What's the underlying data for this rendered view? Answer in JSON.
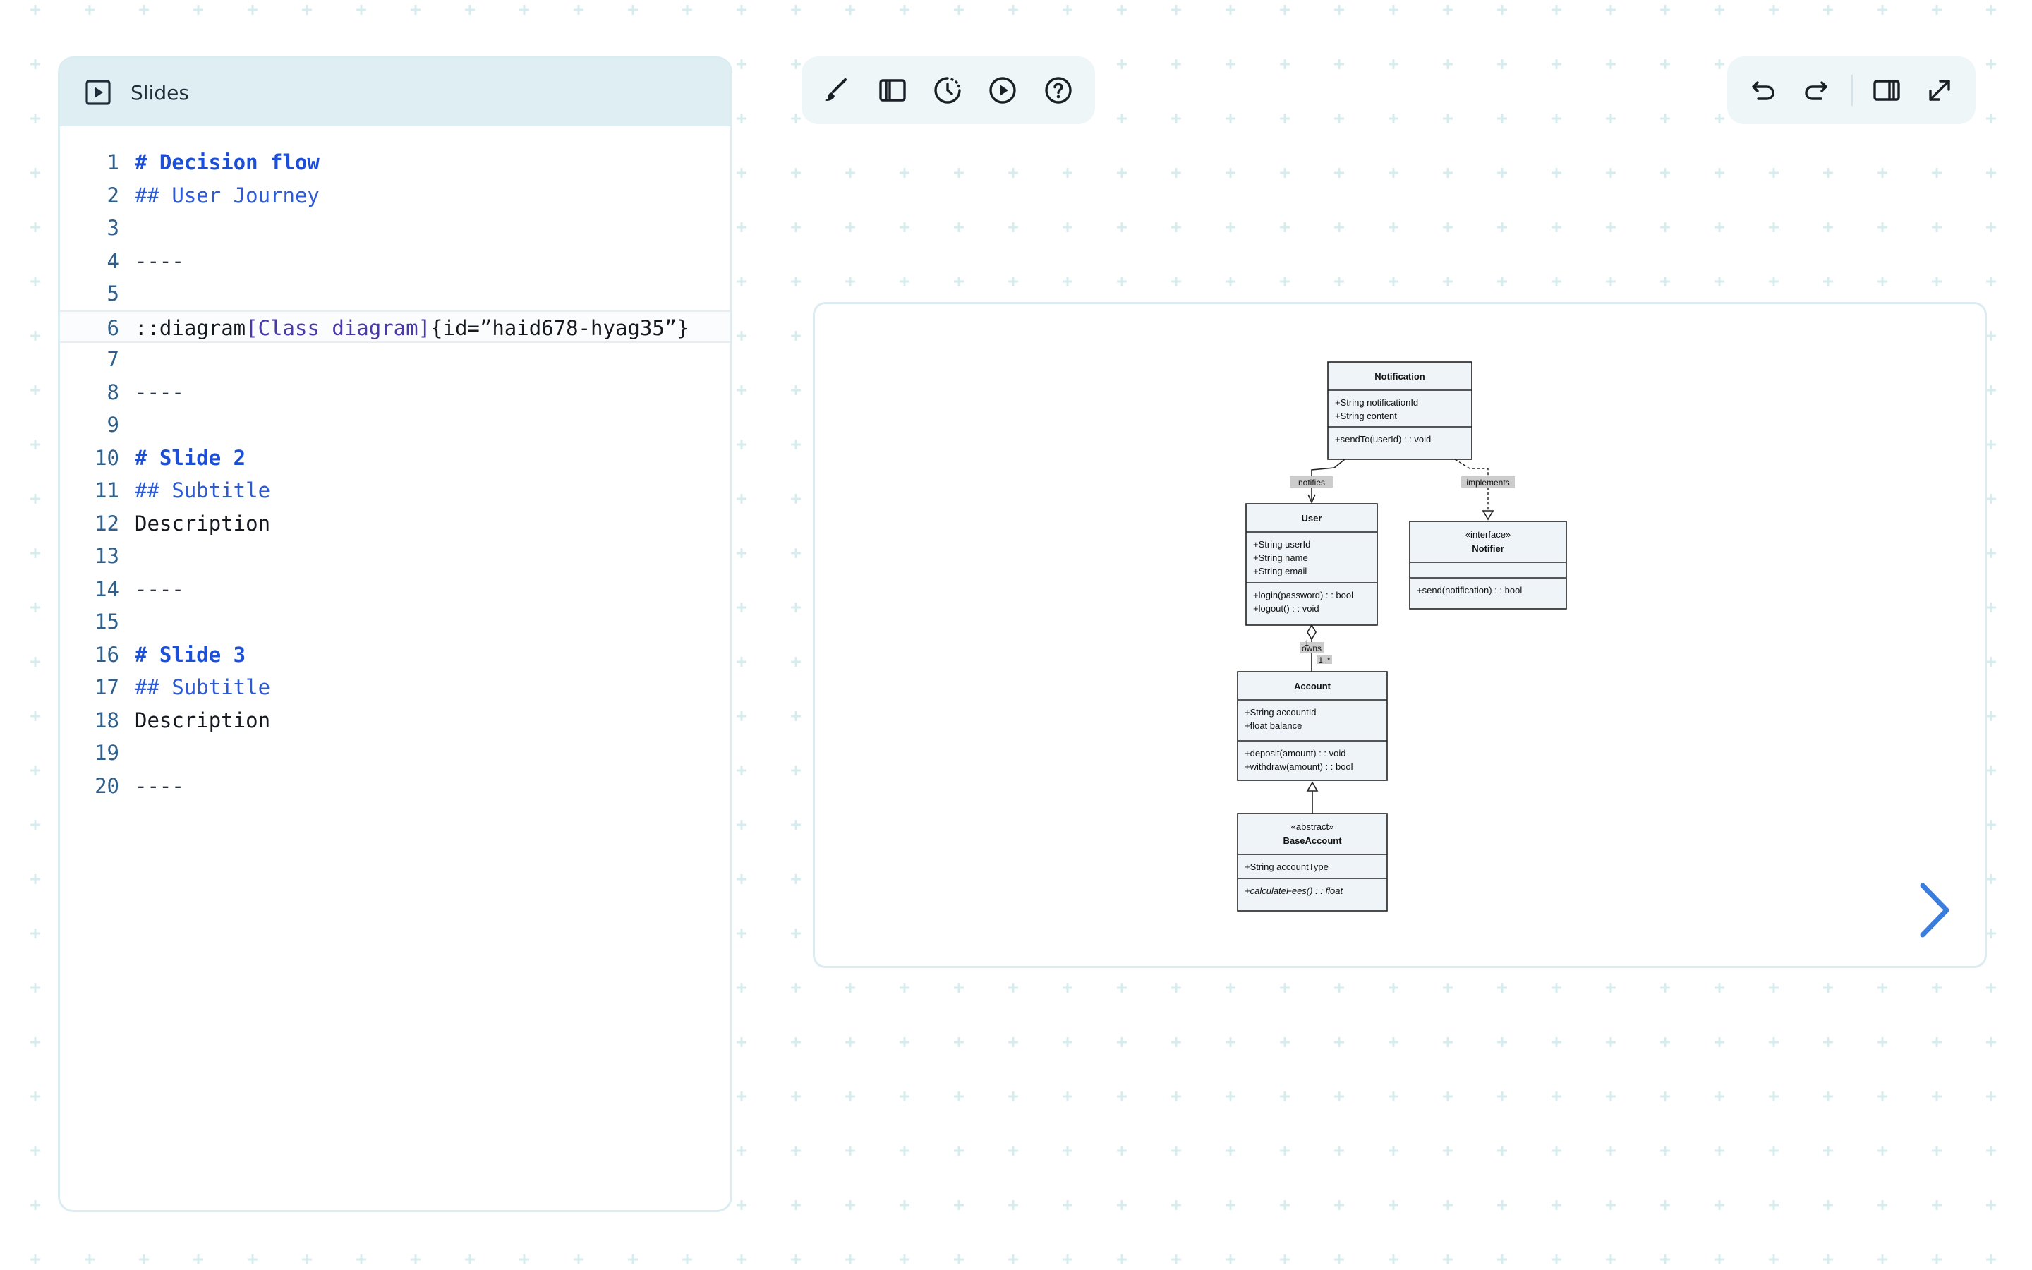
{
  "app": {
    "panel_title": "Slides",
    "panel_icon": "play-square-icon"
  },
  "editor": {
    "lines": [
      {
        "n": "1",
        "kind": "h1",
        "text": "# Decision flow"
      },
      {
        "n": "2",
        "kind": "h2",
        "text": "## User Journey"
      },
      {
        "n": "3",
        "kind": "blank",
        "text": ""
      },
      {
        "n": "4",
        "kind": "sep",
        "text": "----"
      },
      {
        "n": "5",
        "kind": "blank",
        "text": ""
      },
      {
        "n": "6",
        "kind": "directive",
        "parts": [
          "::diagram",
          "[Class diagram]",
          "{id=”haid678-hyag35”}"
        ]
      },
      {
        "n": "7",
        "kind": "blank",
        "text": ""
      },
      {
        "n": "8",
        "kind": "sep",
        "text": "----"
      },
      {
        "n": "9",
        "kind": "blank",
        "text": ""
      },
      {
        "n": "10",
        "kind": "h1",
        "text": "# Slide 2"
      },
      {
        "n": "11",
        "kind": "h2",
        "text": "## Subtitle"
      },
      {
        "n": "12",
        "kind": "plain",
        "text": "Description"
      },
      {
        "n": "13",
        "kind": "blank",
        "text": ""
      },
      {
        "n": "14",
        "kind": "sep",
        "text": "----"
      },
      {
        "n": "15",
        "kind": "blank",
        "text": ""
      },
      {
        "n": "16",
        "kind": "h1",
        "text": "# Slide 3"
      },
      {
        "n": "17",
        "kind": "h2",
        "text": "## Subtitle"
      },
      {
        "n": "18",
        "kind": "plain",
        "text": "Description"
      },
      {
        "n": "19",
        "kind": "blank",
        "text": ""
      },
      {
        "n": "20",
        "kind": "sep",
        "text": "----"
      }
    ],
    "active_line": 6
  },
  "toolbar_left": [
    {
      "name": "brush-icon"
    },
    {
      "name": "sidebar-layout-icon"
    },
    {
      "name": "dashed-timer-icon"
    },
    {
      "name": "play-circle-icon"
    },
    {
      "name": "help-circle-icon"
    }
  ],
  "toolbar_right": [
    {
      "name": "undo-icon"
    },
    {
      "name": "redo-icon"
    },
    {
      "name": "split-view-icon"
    },
    {
      "name": "expand-icon"
    }
  ],
  "diagram": {
    "colors": {
      "fill": "#eef4f8",
      "stroke": "#222222",
      "label_bg": "#cccccc",
      "arrow": "#3b7ddd"
    },
    "classes": {
      "notification": {
        "name": "Notification",
        "attrs": [
          "+String notificationId",
          "+String content"
        ],
        "methods": [
          "+sendTo(userId) : : void"
        ]
      },
      "user": {
        "name": "User",
        "attrs": [
          "+String userId",
          "+String name",
          "+String email"
        ],
        "methods": [
          "+login(password) : : bool",
          "+logout() : : void"
        ]
      },
      "notifier": {
        "stereotype": "«interface»",
        "name": "Notifier",
        "attrs": [],
        "methods": [
          "+send(notification) : : bool"
        ]
      },
      "account": {
        "name": "Account",
        "attrs": [
          "+String accountId",
          "+float balance"
        ],
        "methods": [
          "+deposit(amount) : : void",
          "+withdraw(amount) : : bool"
        ]
      },
      "base_account": {
        "stereotype": "«abstract»",
        "name": "BaseAccount",
        "attrs": [
          "+String accountType"
        ],
        "methods": [
          "+calculateFees() : : float"
        ]
      }
    },
    "relations": {
      "notifies": "notifies",
      "implements": "implements",
      "owns": "owns",
      "owns_from": "1",
      "owns_to": "1..*"
    }
  }
}
